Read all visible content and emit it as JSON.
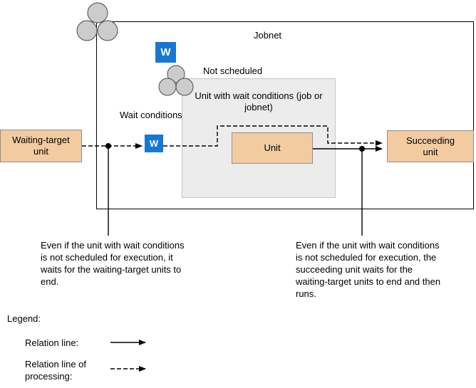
{
  "colors": {
    "unit_fill": "#f3cba0",
    "unit_border": "#8f8f8f",
    "icon_fill": "#1778d2",
    "container_fill": "#ececec",
    "container_border": "#c4c4c4",
    "circle_fill": "#cccccc"
  },
  "jobnet": {
    "label": "Jobnet"
  },
  "not_scheduled": {
    "label": "Not scheduled",
    "icon_letter": "W"
  },
  "wait_conditions": {
    "label": "Wait conditions",
    "icon_letter": "W"
  },
  "gray_box": {
    "title": "Unit with wait conditions (job or jobnet)"
  },
  "units": {
    "waiting_target": "Waiting-target unit",
    "inner_unit": "Unit",
    "succeeding": "Succeeding unit"
  },
  "annotations": {
    "left": "Even if the unit with wait conditions is not scheduled for execution, it waits for the waiting-target units to end.",
    "right": "Even if the unit with wait conditions is not scheduled for execution, the succeeding unit waits for the waiting-target units to end and then runs."
  },
  "legend": {
    "title": "Legend:",
    "relation_line": "Relation line:",
    "relation_line_processing": "Relation line of processing:"
  }
}
